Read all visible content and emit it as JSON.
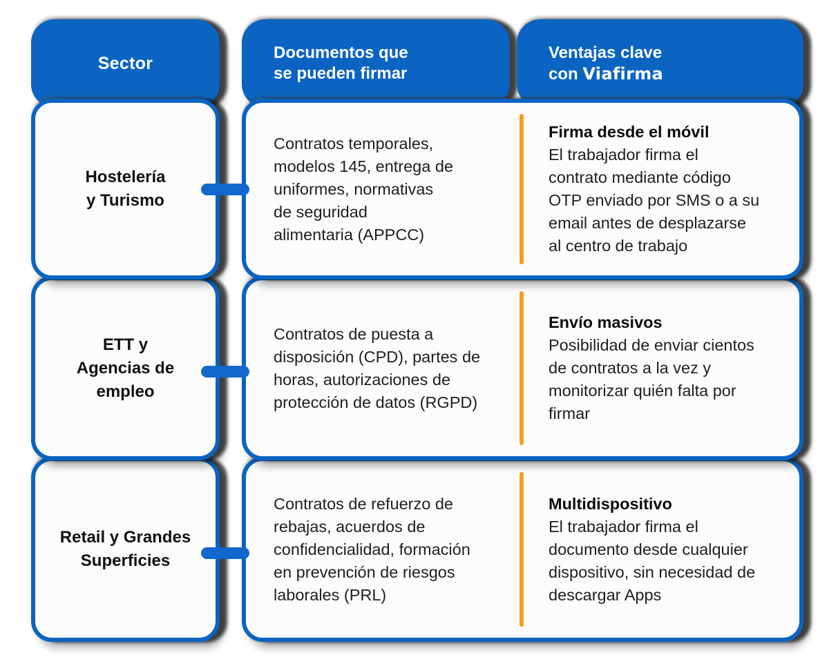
{
  "colors": {
    "blue": "#0b64c1",
    "connector_blue": "#1268cc",
    "orange_divider": "#f89c1d",
    "card_background": "#fcfcfd",
    "body_text": "#202020"
  },
  "headers": {
    "sector": "Sector",
    "documents": "Documentos que\nse pueden firmar",
    "advantages_line1": "Ventajas clave",
    "advantages_con": "con ",
    "brand": "Viafirma"
  },
  "rows": [
    {
      "sector": "Hostelería\ny Turismo",
      "documents": "Contratos temporales,\nmodelos 145, entrega de\nuniformes, normativas\nde seguridad\nalimentaria (APPCC)",
      "advantage_title": "Firma desde el móvil",
      "advantage_body": "El trabajador firma el\ncontrato mediante código\nOTP enviado por SMS o a su\nemail antes de desplazarse\nal centro de trabajo"
    },
    {
      "sector": "ETT y\nAgencias de\nempleo",
      "documents": "Contratos de puesta a\ndisposición (CPD), partes de\nhoras, autorizaciones de\nprotección de datos (RGPD)",
      "advantage_title": "Envío masivos",
      "advantage_body": "Posibilidad de enviar cientos\nde contratos a la vez y\nmonitorizar quién falta por\nfirmar"
    },
    {
      "sector": "Retail y Grandes\nSuperficies",
      "documents": "Contratos de refuerzo de\nrebajas, acuerdos de\nconfidencialidad, formación\nen prevención de riesgos\nlaborales (PRL)",
      "advantage_title": "Multidispositivo",
      "advantage_body": "El trabajador firma el\ndocumento desde cualquier\ndispositivo, sin necesidad de\ndescargar Apps"
    }
  ]
}
